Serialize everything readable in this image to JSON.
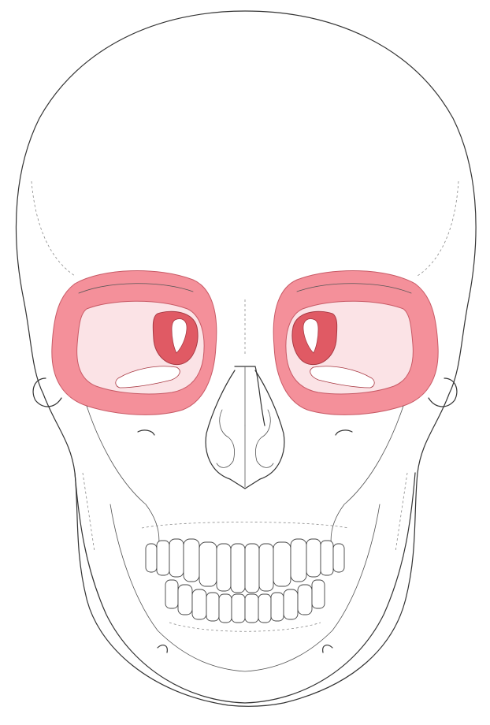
{
  "figure": {
    "subject": "skull-anterior-view",
    "highlighted_regions": [
      "right-orbit",
      "left-orbit"
    ]
  },
  "colors": {
    "background": "#ffffff",
    "line": "#333333",
    "orbit_rim": "#f4909a",
    "orbit_wall": "#fbe3e6",
    "optic_region": "#e05a64",
    "fissure": "#ffffff"
  }
}
